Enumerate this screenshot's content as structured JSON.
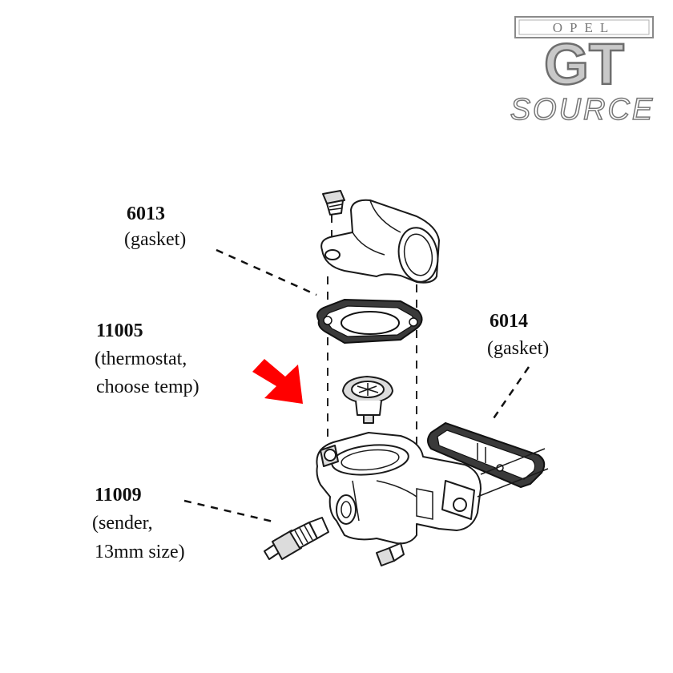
{
  "logo": {
    "opel": "OPEL",
    "gt": "GT",
    "source": "SOURCE"
  },
  "parts": [
    {
      "number": "6013",
      "lines": [
        "(gasket)"
      ]
    },
    {
      "number": "11005",
      "lines": [
        "(thermostat,",
        "choose temp)"
      ]
    },
    {
      "number": "6014",
      "lines": [
        "(gasket)"
      ]
    },
    {
      "number": "11009",
      "lines": [
        "(sender,",
        "13mm size)"
      ]
    }
  ],
  "colors": {
    "arrow": "#ff0000",
    "ink": "#1a1a1a",
    "logo_gray": "#c9c9c9"
  }
}
